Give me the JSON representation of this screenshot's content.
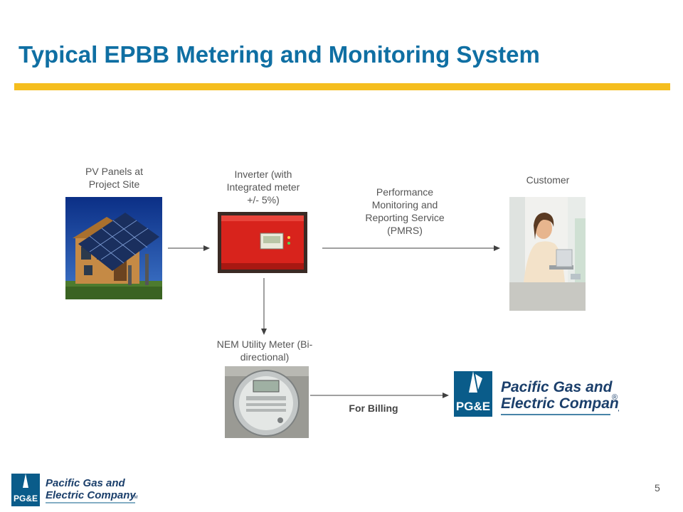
{
  "slide": {
    "title": "Typical EPBB Metering and Monitoring System",
    "page_number": "5"
  },
  "nodes": {
    "pv_panels": {
      "label_lines": [
        "PV Panels at",
        "Project Site"
      ]
    },
    "inverter": {
      "label_lines": [
        "Inverter (with",
        "Integrated meter",
        "+/- 5%)"
      ]
    },
    "pmrs": {
      "label_lines": [
        "Performance",
        "Monitoring and",
        "Reporting Service",
        "(PMRS)"
      ]
    },
    "customer": {
      "label_lines": [
        "Customer"
      ]
    },
    "nem_meter": {
      "label_lines": [
        "NEM Utility Meter (Bi-",
        "directional)"
      ]
    },
    "billing": {
      "label": "For Billing"
    }
  },
  "logo": {
    "mark": "PG&E",
    "name_lines": [
      "Pacific Gas and",
      "Electric Company"
    ],
    "registered": "®",
    "trademark": "TM"
  },
  "colors": {
    "title": "#0f6fa3",
    "rule": "#f5be1e",
    "logo_blue": "#0a5c8a",
    "logo_navy": "#1b3f6b"
  }
}
